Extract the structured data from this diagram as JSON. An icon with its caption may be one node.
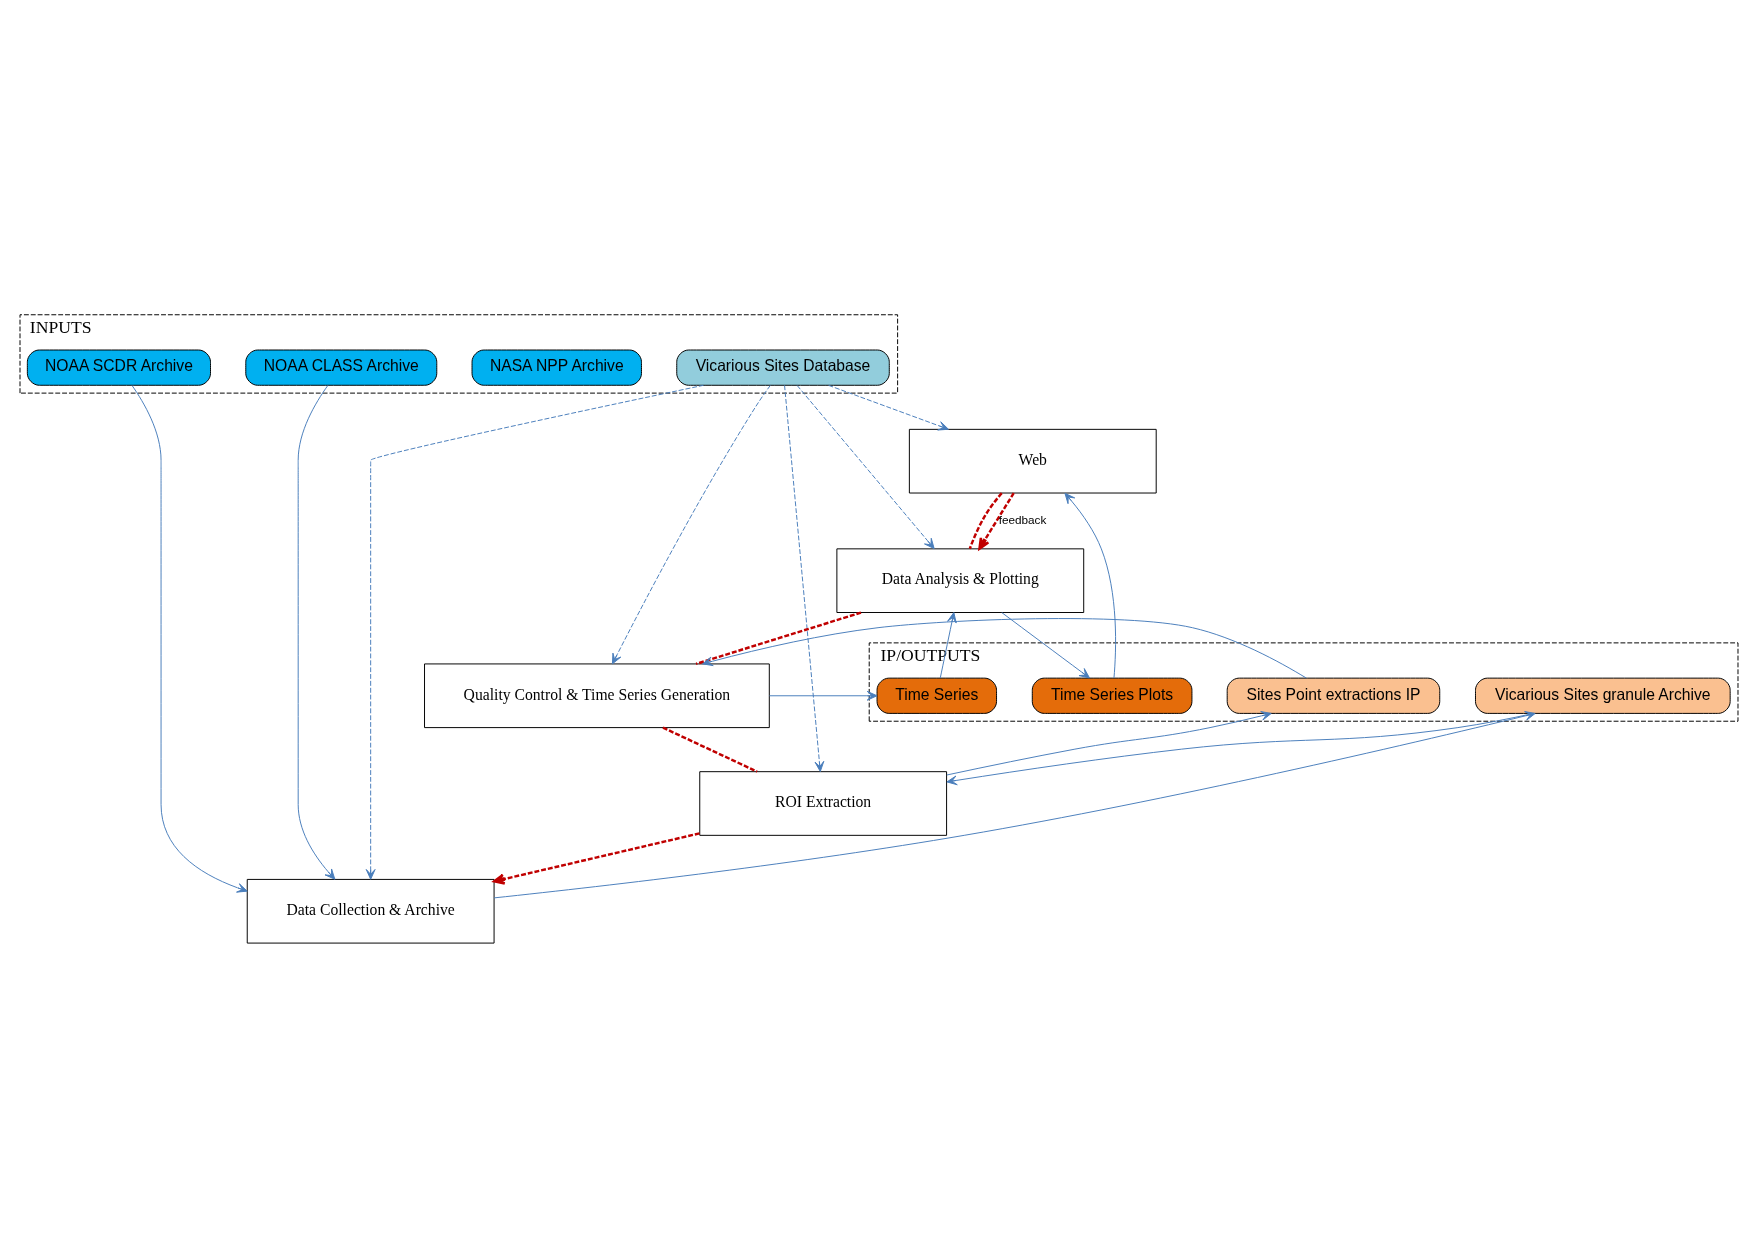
{
  "diagram": {
    "nodes": [
      {
        "text": [
          "INPUTS"
        ]
      },
      {
        "text": [
          "NOAA SCDR Archive"
        ],
        "in": 0
      },
      {
        "text": [
          "NASA NPP Archive"
        ],
        "in": 0
      },
      {
        "text": [
          "NOAA CLASS Archive"
        ],
        "in": 0
      },
      {
        "text": [
          "Vicarious Sites Database"
        ],
        "in": 0
      },
      {
        "text": [
          "Data Collection & Archive"
        ]
      },
      {
        "text": [
          "ROI Extraction"
        ]
      },
      {
        "text": [
          "Quality Control & Time Series Generation"
        ]
      },
      {
        "text": [
          "Data Analysis & Plotting"
        ]
      },
      {
        "text": [
          "Web"
        ]
      },
      {
        "text": [
          "IP/OUTPUTS"
        ]
      },
      {
        "text": [
          "Vicarious Sites granule Archive"
        ],
        "in": 10
      },
      {
        "text": [
          "Sites Point extractions IP"
        ],
        "in": 10
      },
      {
        "text": [
          "Time Series"
        ],
        "in": 10
      },
      {
        "text": [
          "Time Series Plots"
        ],
        "in": 10
      }
    ],
    "edges": [
      {
        "from": 1,
        "to": 5,
        "arrow": "to"
      },
      {
        "from": 3,
        "to": 5,
        "arrow": "to"
      },
      {
        "from": 4,
        "to": 5,
        "arrow": "to",
        "style": "dashed"
      },
      {
        "from": 4,
        "to": 6,
        "arrow": "to",
        "style": "dashed"
      },
      {
        "from": 4,
        "to": 7,
        "arrow": "to",
        "style": "dashed"
      },
      {
        "from": 4,
        "to": 8,
        "arrow": "to",
        "style": "dashed"
      },
      {
        "from": 4,
        "to": 9,
        "arrow": "to",
        "style": "dashed"
      },
      {
        "from": 5,
        "to": 11,
        "arrow": "to"
      },
      {
        "from": 11,
        "to": 6,
        "arrow": "to"
      },
      {
        "from": 6,
        "to": 12,
        "arrow": "to"
      },
      {
        "from": 12,
        "to": 7,
        "arrow": "to"
      },
      {
        "from": 7,
        "to": 13,
        "arrow": "to"
      },
      {
        "from": 13,
        "to": 8,
        "arrow": "to"
      },
      {
        "from": 8,
        "to": 14,
        "arrow": "to"
      },
      {
        "from": 14,
        "to": 9,
        "arrow": "to"
      },
      {
        "from": 9,
        "to": 8,
        "arrow": "to",
        "label": "feedback",
        "style": "dashed",
        "color": "#c00000"
      },
      {
        "from": 9,
        "to": 8,
        "arrow": "none",
        "style": "dashed",
        "color": "#c00000"
      },
      {
        "from": 8,
        "to": 7,
        "arrow": "none",
        "style": "dashed",
        "color": "#c00000"
      },
      {
        "from": 7,
        "to": 6,
        "arrow": "none",
        "style": "dashed",
        "color": "#c00000"
      },
      {
        "from": 6,
        "to": 5,
        "arrow": "to",
        "style": "dashed",
        "color": "#c00000"
      }
    ]
  }
}
